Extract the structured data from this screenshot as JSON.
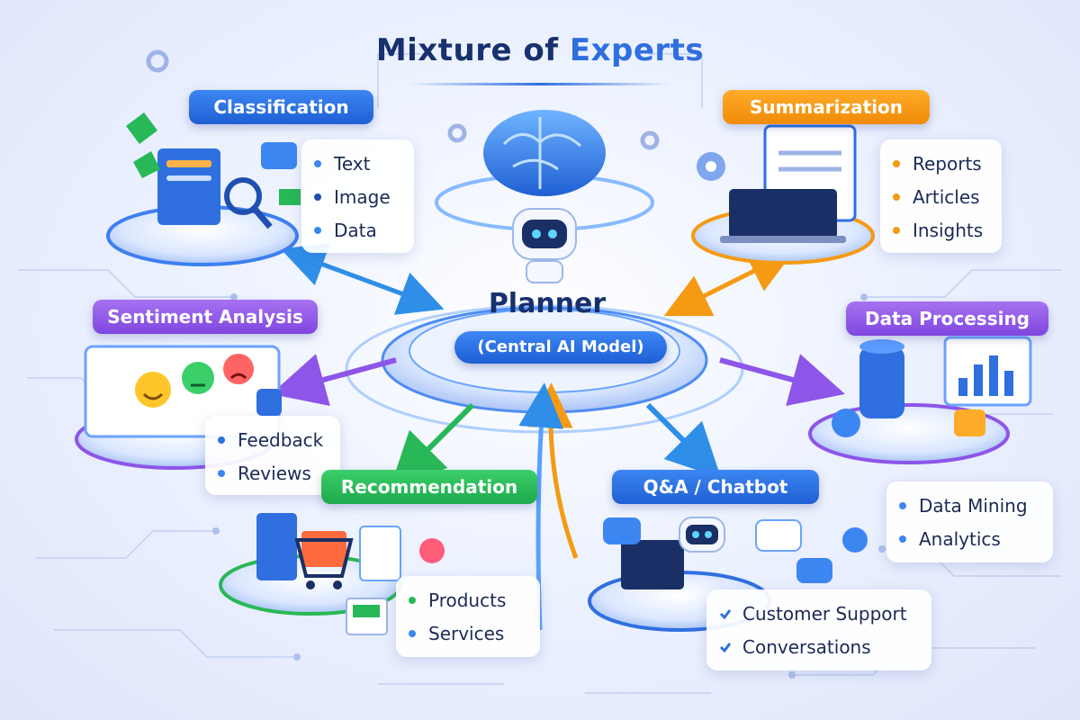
{
  "title": {
    "main": "Mixture of",
    "accent": "Experts"
  },
  "planner": {
    "name": "Planner",
    "subtitle": "(Central AI Model)"
  },
  "experts": {
    "classification": {
      "label": "Classification",
      "items": [
        "Text",
        "Image",
        "Data"
      ]
    },
    "summarization": {
      "label": "Summarization",
      "items": [
        "Reports",
        "Articles",
        "Insights"
      ]
    },
    "sentiment": {
      "label": "Sentiment Analysis",
      "items": [
        "Feedback",
        "Reviews"
      ]
    },
    "data_processing": {
      "label": "Data Processing",
      "items": [
        "Data Mining",
        "Analytics"
      ]
    },
    "recommendation": {
      "label": "Recommendation",
      "items": [
        "Products",
        "Services"
      ]
    },
    "qa": {
      "label": "Q&A / Chatbot",
      "items": [
        "Customer Support",
        "Conversations"
      ]
    }
  },
  "colors": {
    "blue": "#2f6fe0",
    "orange": "#f59a12",
    "purple": "#8d55e8",
    "green": "#28b857",
    "navy": "#17306e"
  },
  "icons": [
    "brain-icon",
    "robot-icon",
    "document-icon",
    "magnifier-icon",
    "laptop-icon",
    "emoji-happy-icon",
    "emoji-neutral-icon",
    "emoji-sad-icon",
    "database-icon",
    "bar-chart-icon",
    "gear-icon",
    "shopping-cart-icon",
    "chat-bubble-icon"
  ]
}
